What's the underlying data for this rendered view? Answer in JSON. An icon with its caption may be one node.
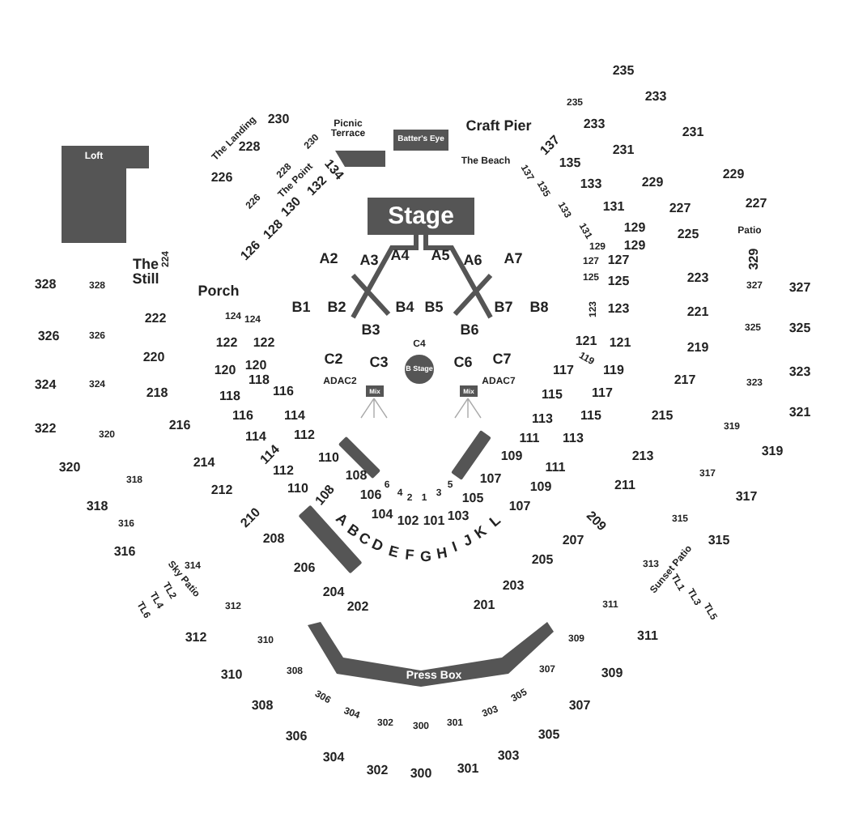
{
  "diagram": {
    "nodes": [
      {
        "text": [
          "Stage"
        ]
      },
      {
        "text": [
          "B Stage"
        ]
      },
      {
        "text": [
          "Press Box"
        ]
      },
      {
        "text": [
          "Loft"
        ]
      },
      {
        "text": [
          "Batter's Eye"
        ]
      },
      {
        "text": [],
        "shape": "box"
      },
      {
        "text": [
          "Mix"
        ]
      },
      {
        "text": [
          "Mix"
        ]
      },
      {
        "text": [],
        "shape": "bar"
      },
      {
        "text": [],
        "shape": "bar"
      },
      {
        "text": [],
        "shape": "bar"
      }
    ],
    "labels": [
      "235",
      "Picnic Terrace",
      "235",
      "233",
      "The Landing",
      "230",
      "Craft Pier",
      "233",
      "231",
      "228",
      "230",
      "137",
      "231",
      "The Beach",
      "135",
      "226",
      "228",
      "The Point",
      "134",
      "132",
      "137",
      "135",
      "133",
      "229",
      "229",
      "226",
      "130",
      "133",
      "131",
      "227",
      "227",
      "128",
      "131",
      "129",
      "225",
      "Patio",
      "126",
      "129",
      "129",
      "224",
      "A2",
      "A3",
      "A4",
      "A5",
      "A6",
      "A7",
      "127",
      "127",
      "329",
      "The Still",
      "328",
      "328",
      "Porch",
      "125",
      "125",
      "223",
      "327",
      "327",
      "222",
      "124",
      "124",
      "B1",
      "B2",
      "B4",
      "B5",
      "B7",
      "B8",
      "123",
      "123",
      "221",
      "B3",
      "B6",
      "325",
      "325",
      "326",
      "326",
      "122",
      "122",
      "C4",
      "121",
      "121",
      "219",
      "220",
      "120",
      "120",
      "C2",
      "C3",
      "C6",
      "C7",
      "117",
      "119",
      "119",
      "323",
      "324",
      "324",
      "118",
      "ADAC2",
      "ADAC7",
      "217",
      "323",
      "218",
      "118",
      "116",
      "115",
      "117",
      "116",
      "114",
      "113",
      "115",
      "215",
      "321",
      "322",
      "216",
      "319",
      "320",
      "114",
      "112",
      "111",
      "113",
      "114",
      "110",
      "109",
      "213",
      "319",
      "320",
      "214",
      "112",
      "111",
      "318",
      "108",
      "107",
      "317",
      "110",
      "6",
      "5",
      "109",
      "211",
      "212",
      "108",
      "106",
      "4",
      "2",
      "1",
      "3",
      "105",
      "317",
      "318",
      "107",
      "316",
      "210",
      "A",
      "104",
      "102",
      "101",
      "103",
      "L",
      "209",
      "315",
      "316",
      "208",
      "B",
      "C",
      "D",
      "E",
      "F",
      "G",
      "H",
      "I",
      "J",
      "K",
      "207",
      "315",
      "Sky Patio",
      "314",
      "206",
      "205",
      "313",
      "Sunset Patio",
      "TL4",
      "TL2",
      "204",
      "203",
      "TL1",
      "TL3",
      "TL6",
      "312",
      "202",
      "201",
      "311",
      "TL5",
      "312",
      "310",
      "309",
      "311",
      "310",
      "308",
      "307",
      "309",
      "308",
      "306",
      "305",
      "307",
      "304",
      "302",
      "300",
      "301",
      "303",
      "306",
      "305",
      "304",
      "303",
      "302",
      "300",
      "301"
    ]
  }
}
